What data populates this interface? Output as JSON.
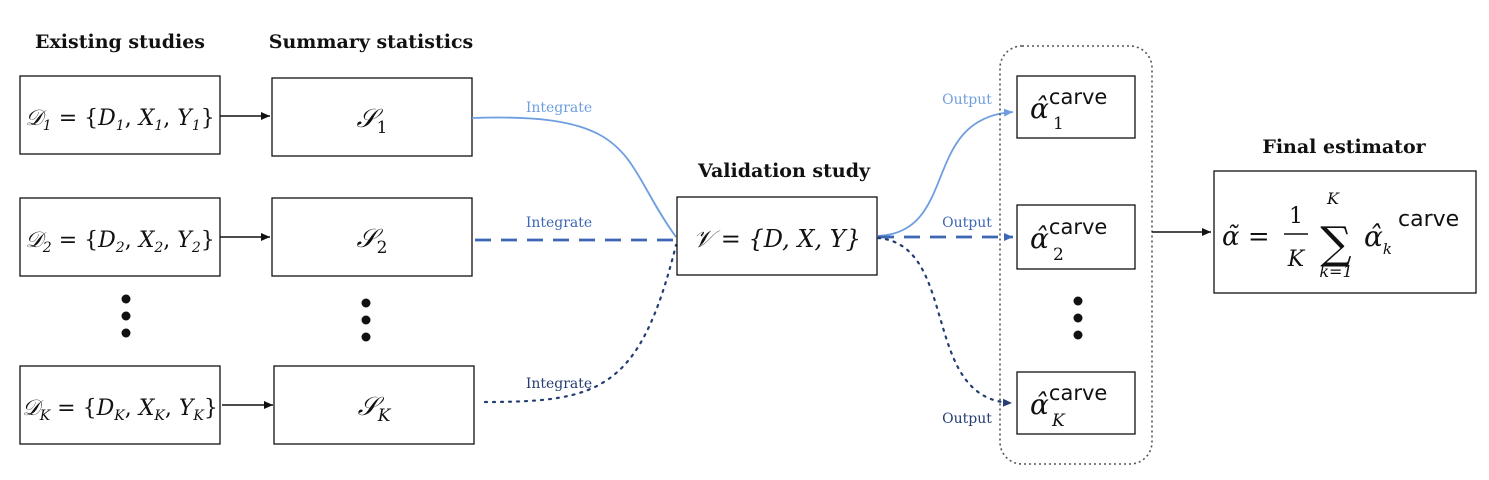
{
  "headers": {
    "existing": "Existing studies",
    "summary": "Summary statistics",
    "validation": "Validation study",
    "final": "Final estimator"
  },
  "studies": [
    {
      "name": "𝒟",
      "sub": "1",
      "eq": " = {",
      "vars": [
        "D",
        "X",
        "Y"
      ],
      "close": "}"
    },
    {
      "name": "𝒟",
      "sub": "2",
      "eq": " = {",
      "vars": [
        "D",
        "X",
        "Y"
      ],
      "close": "}"
    },
    {
      "name": "𝒟",
      "sub": "K",
      "eq": " = {",
      "vars": [
        "D",
        "X",
        "Y"
      ],
      "close": "}"
    }
  ],
  "stats": [
    {
      "name": "𝒮",
      "sub": "1"
    },
    {
      "name": "𝒮",
      "sub": "2"
    },
    {
      "name": "𝒮",
      "sub": "K"
    }
  ],
  "validation": {
    "text": "𝒱 = {D, X, Y}"
  },
  "outputs": [
    {
      "base": "α̂",
      "sup": "carve",
      "sub": "1",
      "color": "#6e9ee0"
    },
    {
      "base": "α̂",
      "sup": "carve",
      "sub": "2",
      "color": "#3d67b5"
    },
    {
      "base": "α̂",
      "sup": "carve",
      "sub": "K",
      "color": "#253d72"
    }
  ],
  "integrate_labels": [
    "Integrate",
    "Integrate",
    "Integrate"
  ],
  "output_labels": [
    "Output",
    "Output",
    "Output"
  ],
  "final": {
    "lhs": "α̃ =",
    "num": "1",
    "den": "K",
    "sum": "∑",
    "upper": "K",
    "lower": "k=1",
    "term": "α̂",
    "sub": "k",
    "sup": "carve"
  },
  "colors": {
    "light": "#6e9ee0",
    "mid": "#3d67b5",
    "dark": "#253d72",
    "ink": "#111111"
  }
}
